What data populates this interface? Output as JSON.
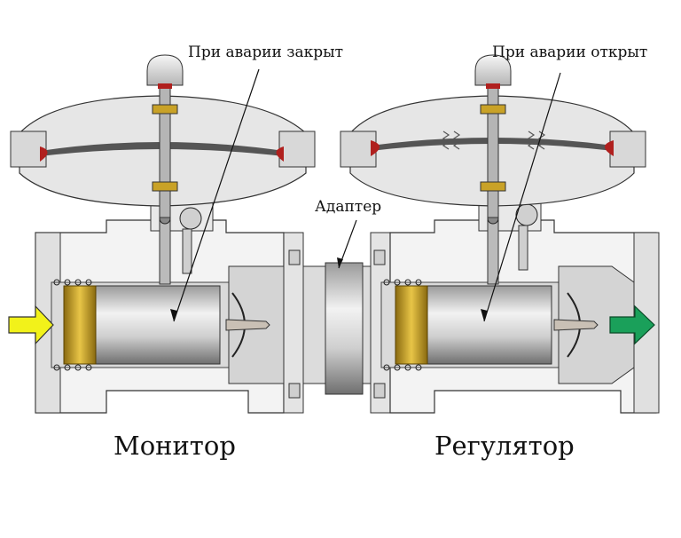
{
  "labels": {
    "monitor_closed": "При аварии закрыт",
    "regulator_open": "При аварии открыт",
    "adapter": "Адаптер",
    "monitor": "Монитор",
    "regulator": "Регулятор"
  },
  "colors": {
    "metal_dark": "#8c8c8c",
    "metal_mid": "#bdbdbd",
    "metal_light": "#e6e6e6",
    "brass": "#c9a227",
    "seal_red": "#b0201e",
    "inlet_arrow": "#f2f21a",
    "outlet_arrow": "#1aa05a"
  }
}
